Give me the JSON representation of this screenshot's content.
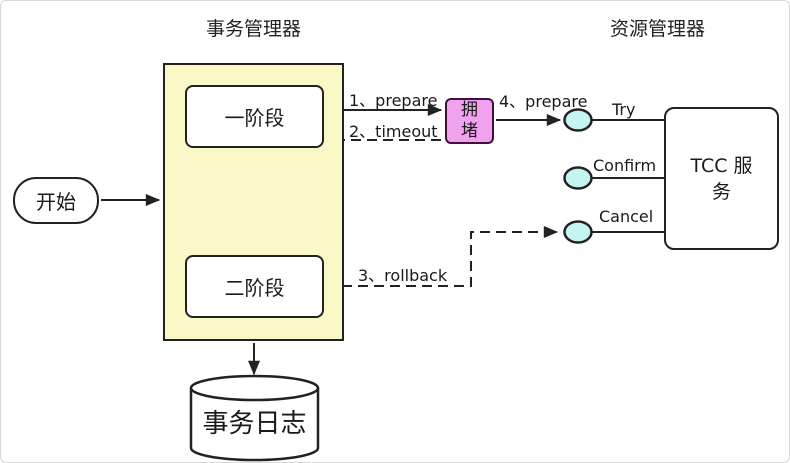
{
  "diagram": {
    "titles": {
      "transaction_manager": "事务管理器",
      "resource_manager": "资源管理器"
    },
    "nodes": {
      "start": "开始",
      "phase1": "一阶段",
      "phase2": "二阶段",
      "congestion": "拥堵",
      "tcc_service": "TCC 服务",
      "transaction_log": "事务日志"
    },
    "edges": {
      "prepare1": "1、prepare",
      "timeout2": "2、timeout",
      "rollback3": "3、rollback",
      "prepare4": "4、prepare",
      "try": "Try",
      "confirm": "Confirm",
      "cancel": "Cancel"
    },
    "colors": {
      "container_fill": "#faf8c6",
      "congestion_fill": "#f0a2ee",
      "port_fill": "#c5f4f1",
      "stroke": "#222222"
    }
  }
}
